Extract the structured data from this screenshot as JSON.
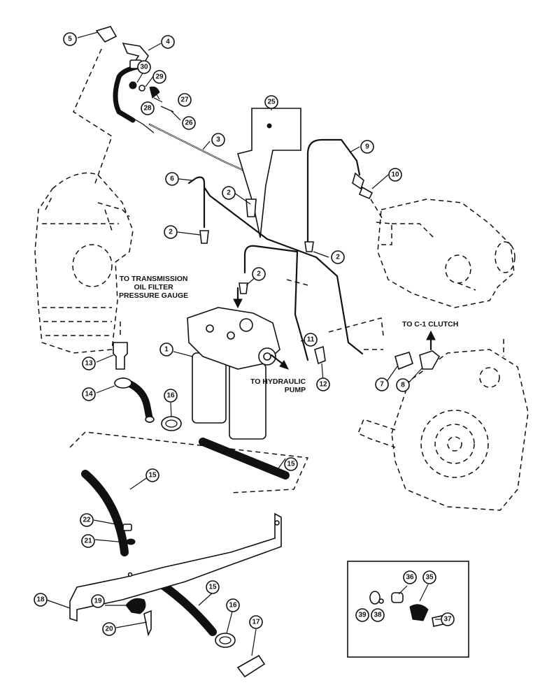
{
  "diagram": {
    "callouts": [
      "1",
      "2",
      "3",
      "4",
      "5",
      "6",
      "7",
      "8",
      "9",
      "10",
      "11",
      "12",
      "13",
      "14",
      "15",
      "16",
      "17",
      "18",
      "19",
      "20",
      "21",
      "22",
      "25",
      "26",
      "27",
      "28",
      "29",
      "30",
      "35",
      "36",
      "37",
      "38",
      "39"
    ],
    "notes": {
      "transmission_gauge": [
        "TO TRANSMISSION",
        "OIL FILTER",
        "PRESSURE GAUGE"
      ],
      "c1_clutch": "TO C-1 CLUTCH",
      "hydraulic_pump": [
        "TO HYDRAULIC",
        "PUMP"
      ]
    }
  }
}
